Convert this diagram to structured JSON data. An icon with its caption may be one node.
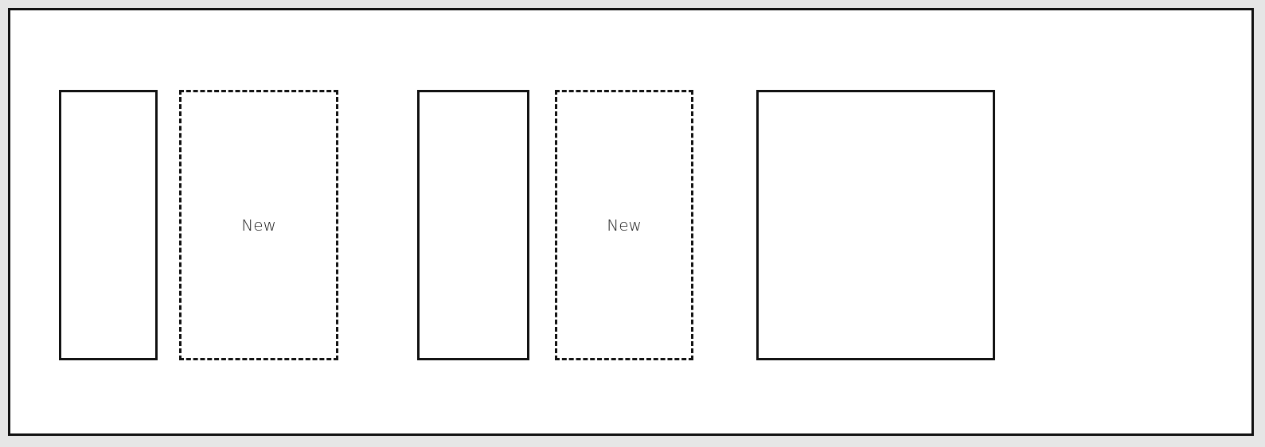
{
  "diagram": {
    "nodes": [
      {
        "text": [],
        "shape": "box"
      },
      {
        "text": [
          "New"
        ]
      },
      {
        "text": [],
        "shape": "box"
      },
      {
        "text": [
          "New"
        ]
      },
      {
        "text": [],
        "shape": "box"
      }
    ]
  }
}
